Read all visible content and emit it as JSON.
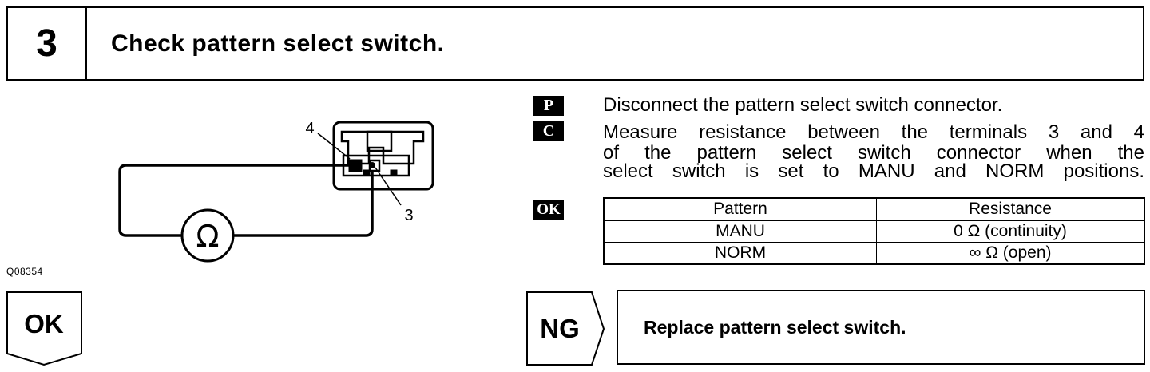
{
  "step": {
    "number": "3",
    "title": "Check pattern select switch."
  },
  "diagram": {
    "terminal_a": "4",
    "terminal_b": "3",
    "meter_symbol": "Ω",
    "figure_code": "Q08354"
  },
  "instructions": {
    "prepare_badge": "P",
    "prepare_text": "Disconnect the pattern select switch connector.",
    "check_badge": "C",
    "check_lines": [
      "Measure resistance between the terminals 3 and 4",
      "of the pattern select switch connector when the",
      "select switch is set to MANU and NORM positions."
    ],
    "ok_badge": "OK"
  },
  "spec_table": {
    "headers": [
      "Pattern",
      "Resistance"
    ],
    "rows": [
      [
        "MANU",
        "0 Ω (continuity)"
      ],
      [
        "NORM",
        "∞ Ω (open)"
      ]
    ]
  },
  "result_ok": "OK",
  "result_ng": "NG",
  "ng_action": "Replace pattern select switch."
}
